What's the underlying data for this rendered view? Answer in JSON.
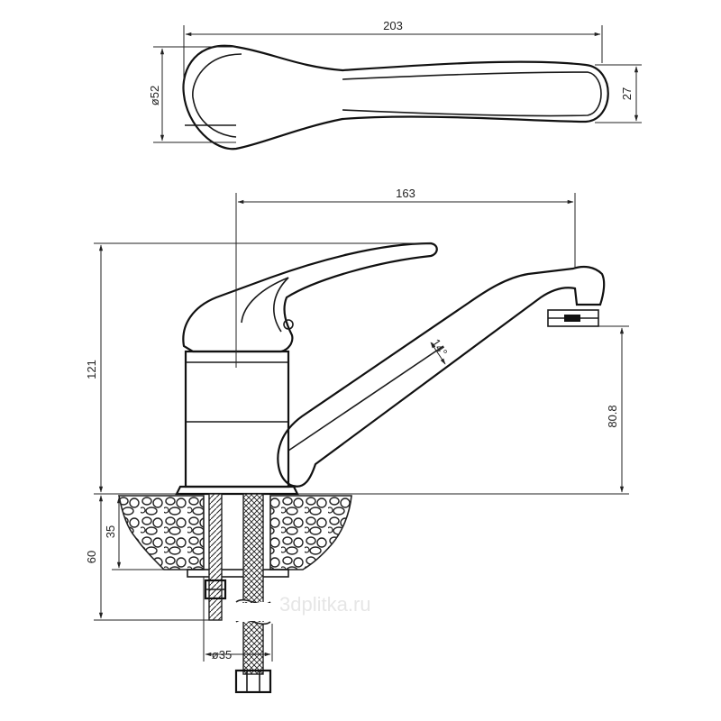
{
  "top_view": {
    "length_label": "203",
    "diameter_label": "ø52",
    "width_label": "27"
  },
  "side_view": {
    "reach_label": "163",
    "height_label": "121",
    "angle_label": "14°",
    "spout_height_label": "80.8",
    "counter_label": "35",
    "mount_depth_label": "60",
    "hole_label": "ø35"
  },
  "watermark": "3dplitka.ru"
}
